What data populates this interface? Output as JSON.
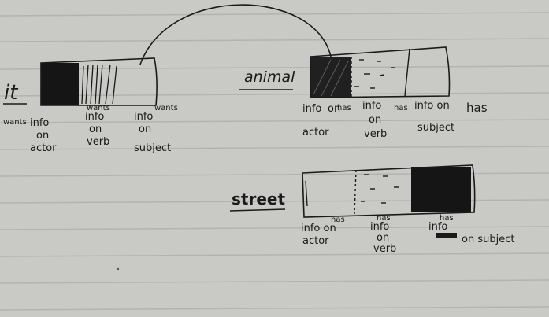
{
  "diagram": {
    "title": "",
    "rows": [
      {
        "word": "it",
        "segments": [
          {
            "label": "info on actor",
            "annotation": "wants",
            "fill": "solid"
          },
          {
            "label": "info on verb",
            "annotation": "wants",
            "fill": "hatched"
          },
          {
            "label": "info on subject",
            "annotation": "wants",
            "fill": "empty"
          }
        ]
      },
      {
        "word": "animal",
        "segments": [
          {
            "label": "info on actor",
            "annotation": "has",
            "fill": "hatched"
          },
          {
            "label": "info on verb",
            "annotation": "has",
            "fill": "dotted"
          },
          {
            "label": "info on subject",
            "annotation": "has",
            "fill": "empty"
          }
        ]
      },
      {
        "word": "street",
        "segments": [
          {
            "label": "info on actor",
            "annotation": "has",
            "fill": "empty"
          },
          {
            "label": "info on verb",
            "annotation": "has",
            "fill": "dotted"
          },
          {
            "label": "info on subject",
            "annotation": "has",
            "fill": "solid"
          }
        ]
      }
    ],
    "connector": {
      "from": "it",
      "to": "animal"
    },
    "colors": {
      "paper": "#c9c9c6",
      "rule_line": "#b2b3b2",
      "ink": "#1a1a1a"
    }
  }
}
